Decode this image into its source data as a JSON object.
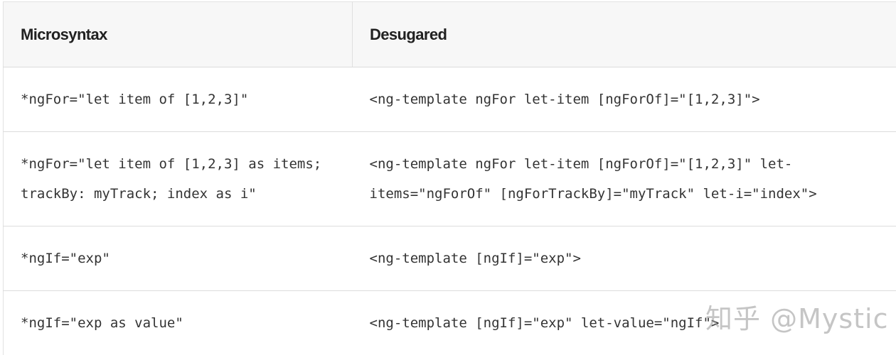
{
  "table": {
    "headers": [
      "Microsyntax",
      "Desugared"
    ],
    "rows": [
      {
        "microsyntax": "*ngFor=\"let item of [1,2,3]\"",
        "desugared": "<ng-template ngFor let-item [ngForOf]=\"[1,2,3]\">"
      },
      {
        "microsyntax_lines": [
          "*ngFor=\"let item of [1,2,3] as items;",
          "trackBy: myTrack; index as i\""
        ],
        "desugared_lines": [
          "<ng-template ngFor let-item [ngForOf]=\"[1,2,3]\" let-",
          "items=\"ngForOf\" [ngForTrackBy]=\"myTrack\" let-i=\"index\">"
        ]
      },
      {
        "microsyntax": "*ngIf=\"exp\"",
        "desugared": "<ng-template [ngIf]=\"exp\">"
      },
      {
        "microsyntax": "*ngIf=\"exp as value\"",
        "desugared": "<ng-template [ngIf]=\"exp\" let-value=\"ngIf\">"
      }
    ]
  },
  "watermark": "知乎 @Mystic"
}
